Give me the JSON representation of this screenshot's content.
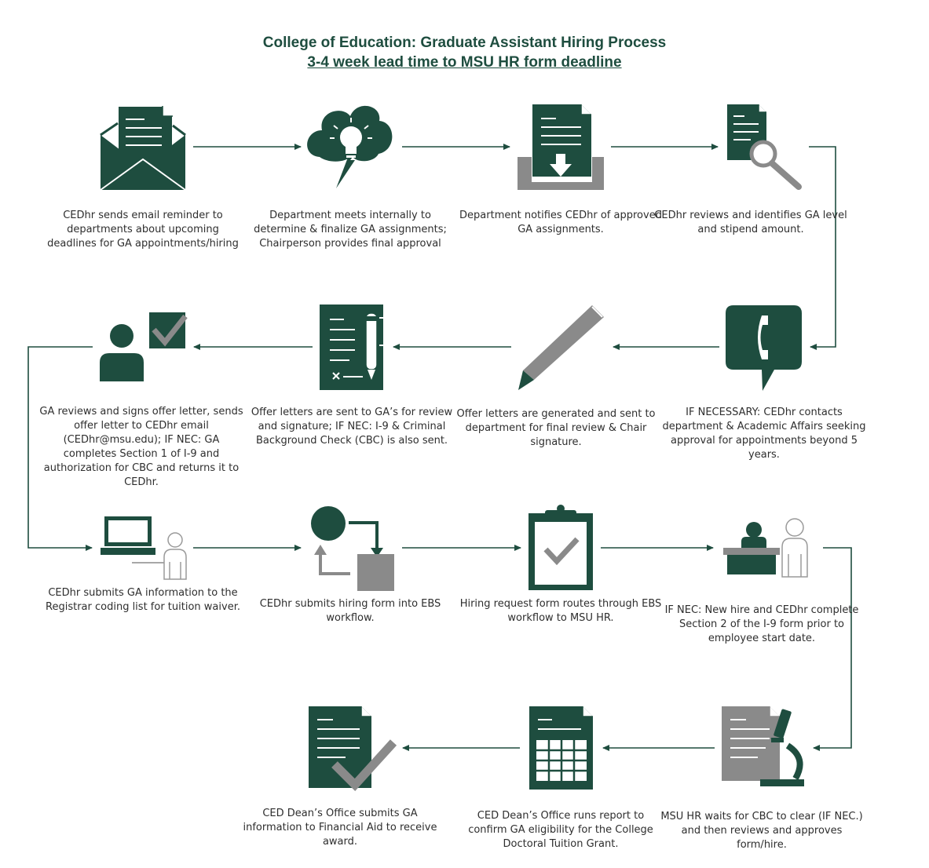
{
  "title": "College of Education: Graduate Assistant Hiring Process",
  "subtitle": "3-4 week lead time to MSU HR form deadline",
  "colors": {
    "primary": "#1e4d3f",
    "secondary": "#8a8a8a",
    "text": "#2e2e2e"
  },
  "steps": [
    {
      "icon": "email-icon",
      "text": "CEDhr sends email reminder to departments about upcoming deadlines for GA appointments/hiring"
    },
    {
      "icon": "thinking-bulb-icon",
      "text": "Department meets internally to determine & finalize GA assignments; Chairperson provides final approval"
    },
    {
      "icon": "inbox-document-icon",
      "text": "Department notifies CEDhr of approved GA assignments."
    },
    {
      "icon": "document-search-icon",
      "text": "CEDhr reviews and identifies GA level and stipend amount."
    },
    {
      "icon": "phone-bubble-icon",
      "text": "IF NECESSARY: CEDhr contacts department & Academic Affairs seeking approval for appointments beyond 5 years."
    },
    {
      "icon": "pencil-icon",
      "text": "Offer letters are generated and sent to department for final review & Chair signature."
    },
    {
      "icon": "signed-document-icon",
      "text": "Offer letters are sent to GA’s for review and signature; IF NEC: I-9 & Criminal Background Check (CBC) is also sent."
    },
    {
      "icon": "person-check-icon",
      "text": "GA reviews and signs offer letter, sends offer letter to CEDhr email (CEDhr@msu.edu); IF NEC: GA completes Section 1 of I-9 and authorization for CBC and returns it to CEDhr."
    },
    {
      "icon": "laptop-user-icon",
      "text": "CEDhr submits GA information to the Registrar coding list for tuition waiver."
    },
    {
      "icon": "workflow-icon",
      "text": "CEDhr submits hiring form into EBS workflow."
    },
    {
      "icon": "clipboard-check-icon",
      "text": "Hiring request form routes through EBS workflow to MSU HR."
    },
    {
      "icon": "reception-desk-icon",
      "text": "IF NEC: New hire and CEDhr complete Section 2 of the I-9 form prior to employee start date."
    },
    {
      "icon": "document-microscope-icon",
      "text": "MSU HR waits for CBC to clear (IF NEC.) and then reviews and approves form/hire."
    },
    {
      "icon": "spreadsheet-document-icon",
      "text": "CED Dean’s Office runs report to confirm GA eligibility for the College Doctoral Tuition Grant."
    },
    {
      "icon": "document-check-icon",
      "text": "CED Dean’s Office submits GA information to Financial Aid to receive award."
    }
  ]
}
